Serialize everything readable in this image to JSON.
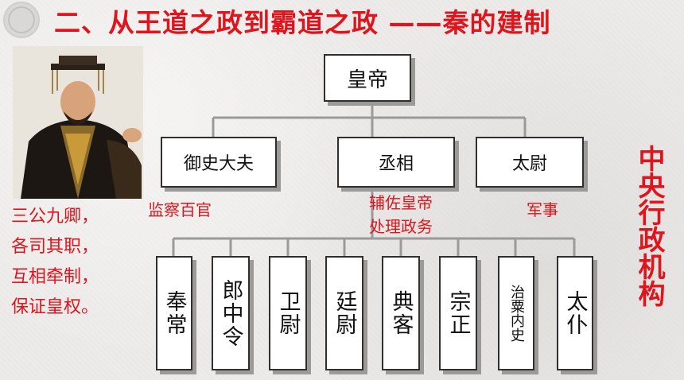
{
  "title": "二、从王道之政到霸道之政 ——秦的建制",
  "emperor": "皇帝",
  "three_lords": [
    {
      "name": "御史大夫",
      "duty": "监察百官"
    },
    {
      "name": "丞相",
      "duty_line1": "辅佐皇帝",
      "duty_line2": "处理政务"
    },
    {
      "name": "太尉",
      "duty": "军事"
    }
  ],
  "nine_ministers": [
    "奉常",
    "郎中令",
    "卫尉",
    "廷尉",
    "典客",
    "宗正",
    "治粟内史",
    "太仆"
  ],
  "left_note": {
    "line1": "三公九卿，",
    "line2": "各司其职，",
    "line3": "互相牵制，",
    "line4": "保证皇权。"
  },
  "side_label": "中央行政机构",
  "colors": {
    "accent_red": "#e0141c",
    "box_border": "#2f2f2f",
    "line": "#9a9a9a"
  }
}
